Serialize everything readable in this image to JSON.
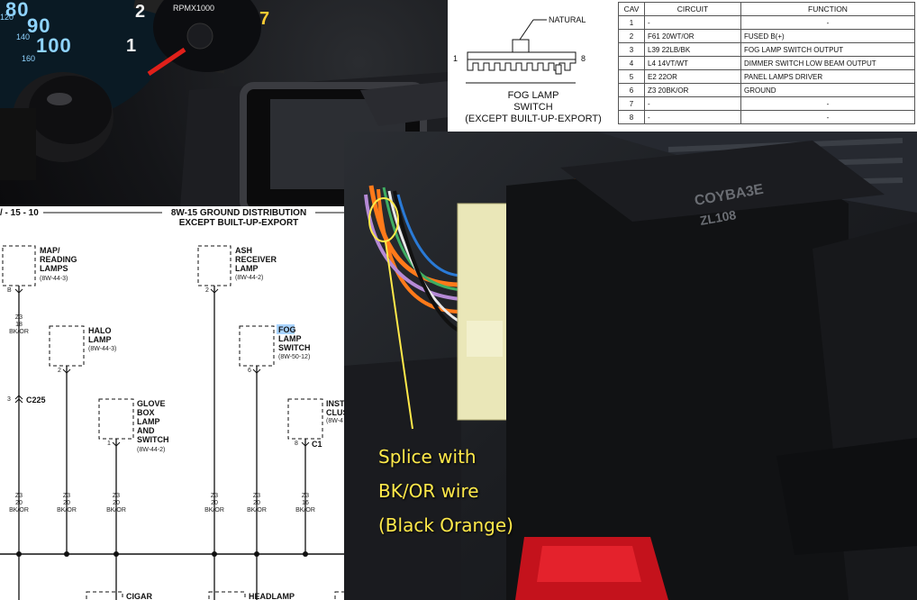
{
  "dashboard_photo": {
    "speedo_labels": [
      "80",
      "90",
      "100"
    ],
    "speedo_small": [
      "120",
      "140",
      "160"
    ],
    "tach_labels": [
      "2",
      "1"
    ],
    "tach_unit": "RPMX1000",
    "temp_label": "7"
  },
  "pinout": {
    "natural_label": "NATURAL",
    "pin_left": "1",
    "pin_right": "8",
    "switch_title": "FOG LAMP\nSWITCH\n(EXCEPT BUILT-UP-EXPORT)",
    "switch_title_lines": [
      "FOG LAMP",
      "SWITCH",
      "(EXCEPT BUILT-UP-EXPORT)"
    ],
    "headers": {
      "cav": "CAV",
      "circuit": "CIRCUIT",
      "function": "FUNCTION"
    },
    "rows": [
      {
        "cav": "1",
        "circuit": "-",
        "function": "-"
      },
      {
        "cav": "2",
        "circuit": "F61  20WT/OR",
        "function": "FUSED  B(+)"
      },
      {
        "cav": "3",
        "circuit": "L39  22LB/BK",
        "function": "FOG  LAMP  SWITCH  OUTPUT"
      },
      {
        "cav": "4",
        "circuit": "L4  14VT/WT",
        "function": "DIMMER  SWITCH  LOW  BEAM  OUTPUT"
      },
      {
        "cav": "5",
        "circuit": "E2  22OR",
        "function": "PANEL  LAMPS  DRIVER"
      },
      {
        "cav": "6",
        "circuit": "Z3  20BK/OR",
        "function": "GROUND"
      },
      {
        "cav": "7",
        "circuit": "-",
        "function": "-"
      },
      {
        "cav": "8",
        "circuit": "-",
        "function": "-"
      }
    ]
  },
  "schematic": {
    "page_ref": "/ - 15 - 10",
    "header_line1": "8W-15 GROUND DISTRIBUTION",
    "header_line2": "EXCEPT BUILT-UP-EXPORT",
    "components": [
      {
        "name_lines": [
          "MAP/",
          "READING",
          "LAMPS"
        ],
        "ref": "(8W-44-3)",
        "pin": "B"
      },
      {
        "name_lines": [
          "ASH",
          "RECEIVER",
          "LAMP"
        ],
        "ref": "(8W-44-2)",
        "pin": "2"
      },
      {
        "name_lines": [
          "HALO",
          "LAMP"
        ],
        "ref": "(8W-44-3)",
        "pin": "2"
      },
      {
        "name_lines": [
          "FOG",
          "LAMP",
          "SWITCH"
        ],
        "ref": "(8W-50-12)",
        "pin": "6"
      },
      {
        "name_lines": [
          "GLOVE",
          "BOX",
          "LAMP",
          "AND",
          "SWITCH"
        ],
        "ref": "(8W-44-2)",
        "pin": "1"
      },
      {
        "name_lines": [
          "INST",
          "CLUS"
        ],
        "ref": "(8W-4",
        "pin": "8",
        "connector": "C1"
      },
      {
        "name_lines": [
          "CIGAR"
        ],
        "ref": "",
        "pin": ""
      },
      {
        "name_lines": [
          "HEADLAMP"
        ],
        "ref": "",
        "pin": ""
      }
    ],
    "connector_c225": {
      "pin": "3",
      "label": "C225"
    },
    "wires": [
      {
        "lines": [
          "Z3",
          "18",
          "BK/OR"
        ]
      },
      {
        "lines": [
          "Z3",
          "20",
          "BK/OR"
        ]
      },
      {
        "lines": [
          "Z3",
          "20",
          "BK/OR"
        ]
      },
      {
        "lines": [
          "Z3",
          "20",
          "BK/OR"
        ]
      },
      {
        "lines": [
          "Z3",
          "20",
          "BK/OR"
        ]
      },
      {
        "lines": [
          "Z3",
          "20",
          "BK/OR"
        ]
      },
      {
        "lines": [
          "Z3",
          "16",
          "BK/OR"
        ]
      }
    ]
  },
  "connector_photo": {
    "switch_marking_1": "COYBA3E",
    "switch_marking_2": "ZL108",
    "callout_lines": [
      "Splice with",
      "BK/OR wire",
      "(Black Orange)"
    ]
  },
  "colors": {
    "callout_yellow": "#ffe94a",
    "wire_orange": "#ff7a1a",
    "highlight_blue": "#a9d4ff"
  }
}
